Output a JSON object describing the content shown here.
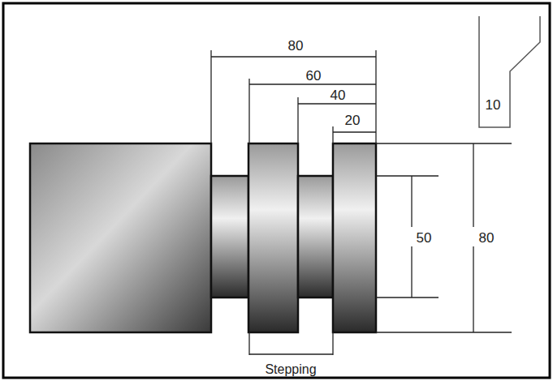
{
  "diagram": {
    "labels": [
      "80",
      "60",
      "40",
      "20",
      "50",
      "80",
      "Stepping",
      "10"
    ]
  }
}
